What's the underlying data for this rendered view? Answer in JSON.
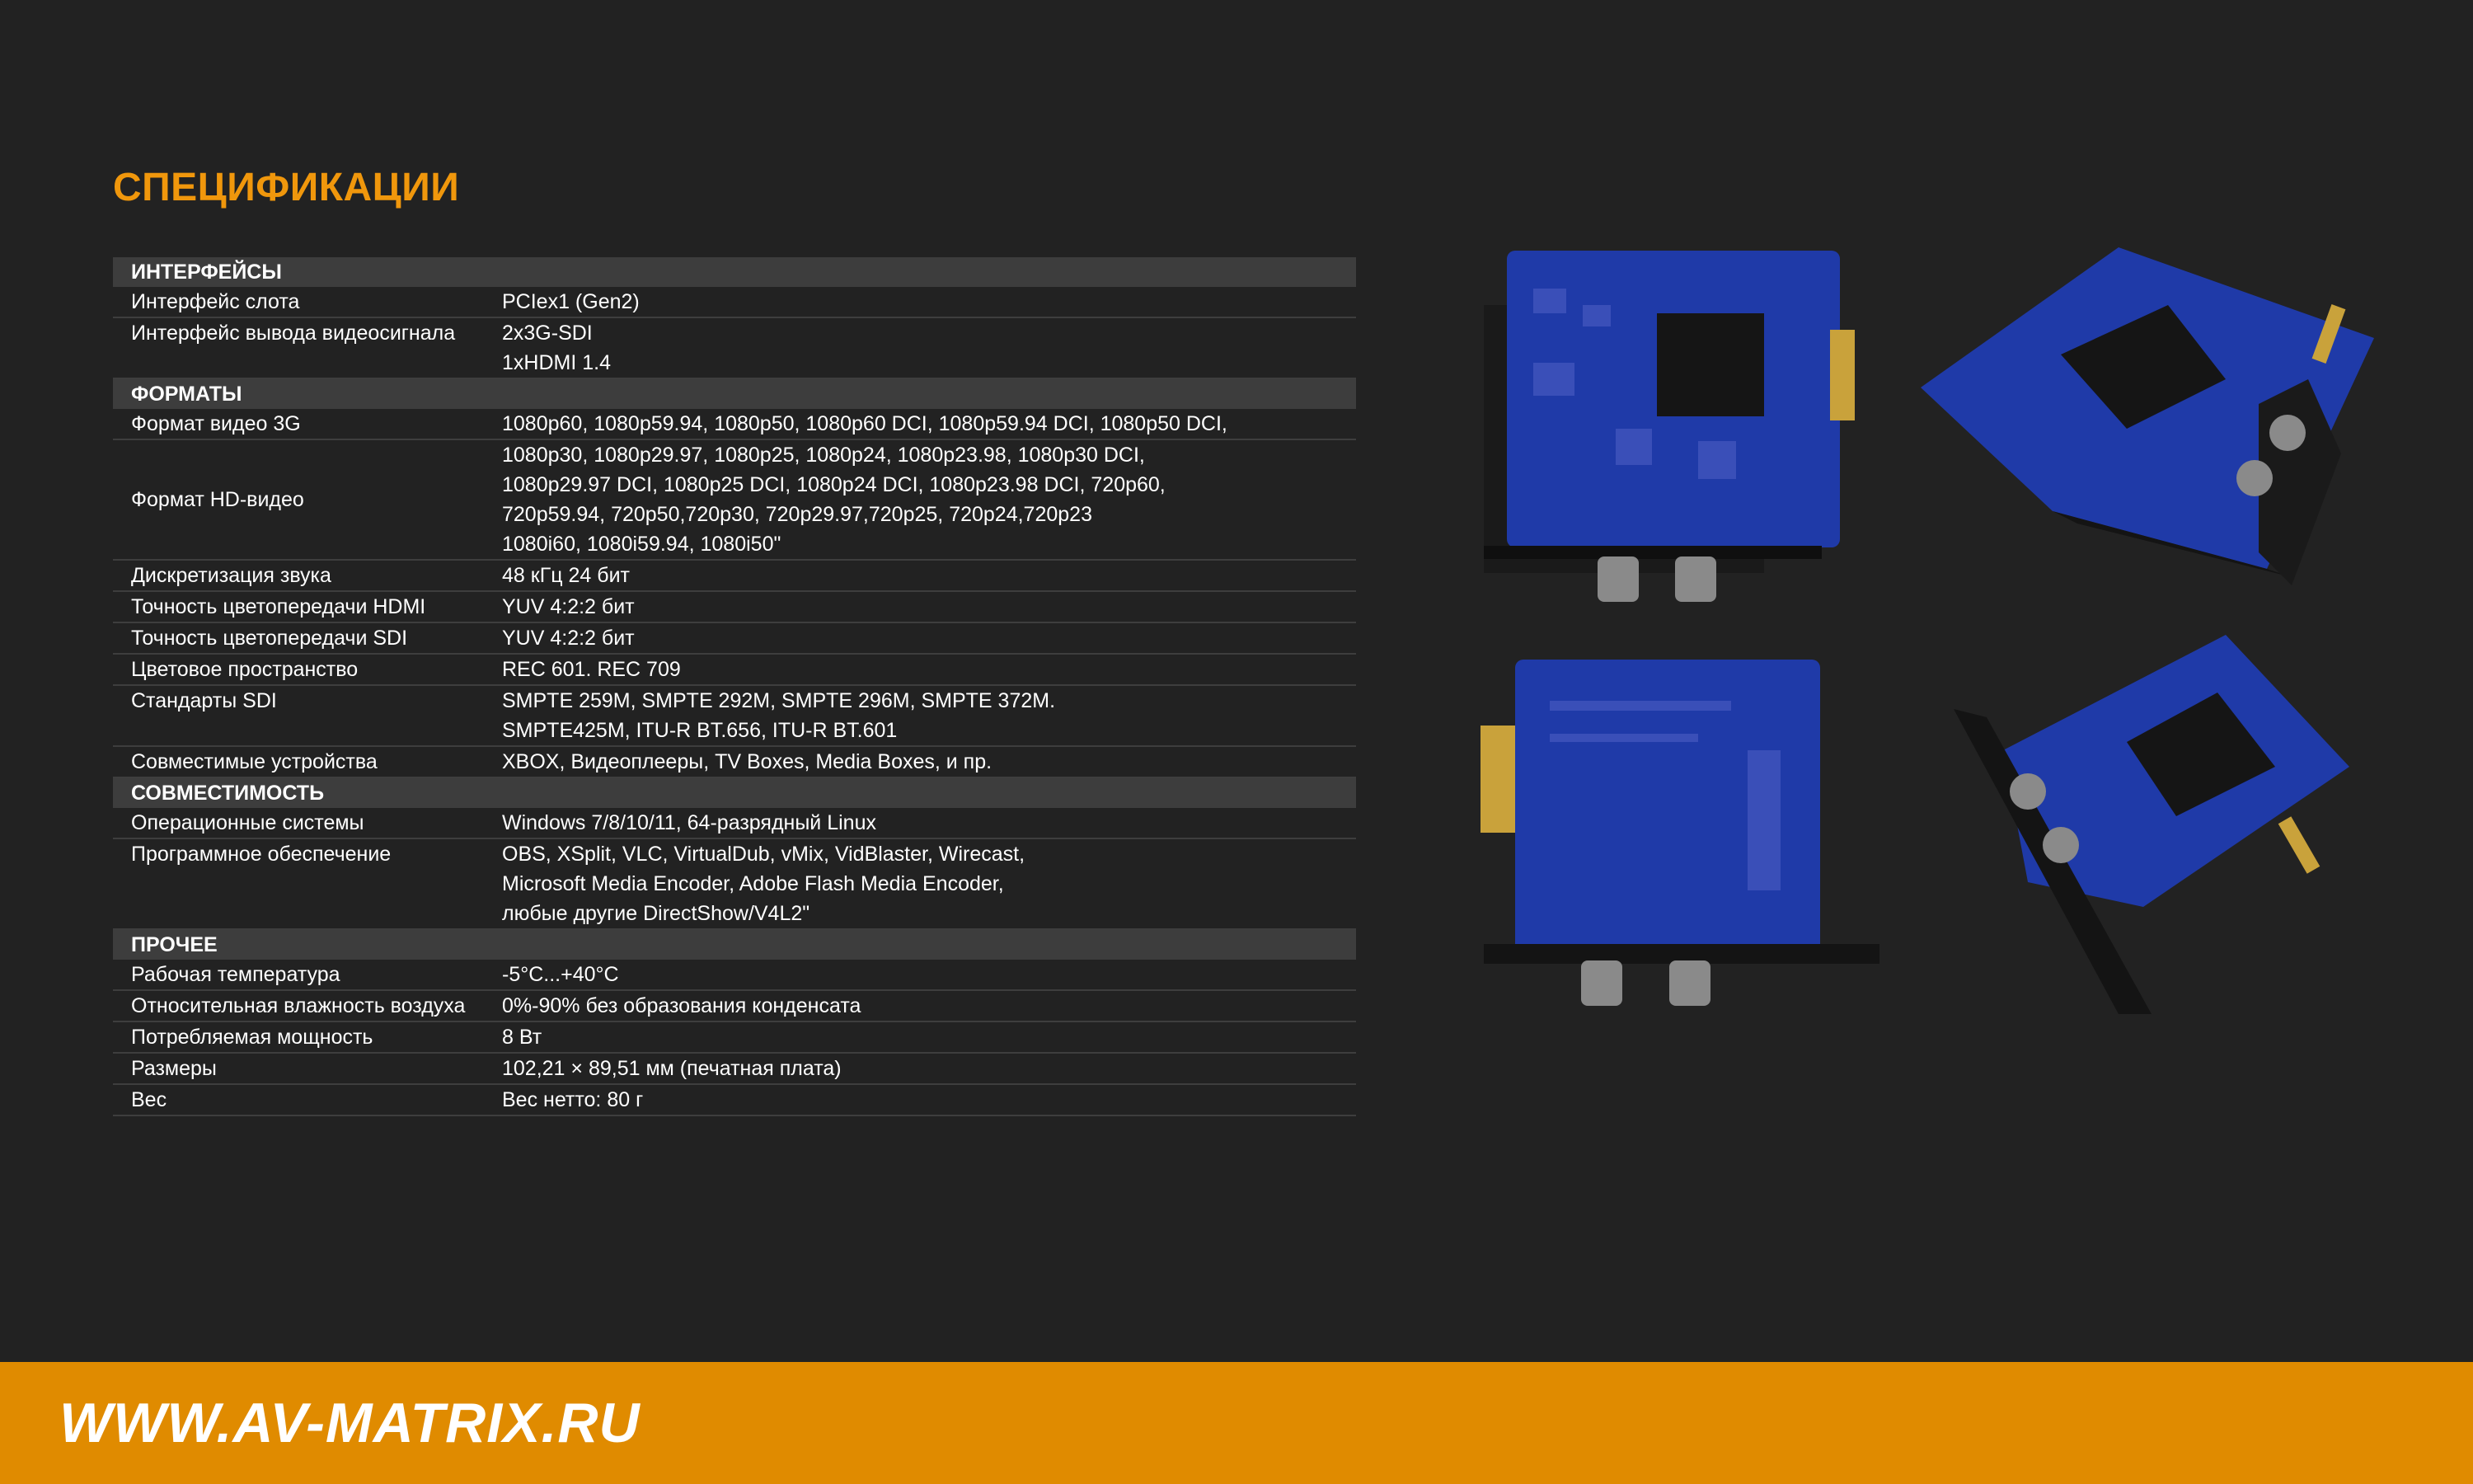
{
  "page": {
    "title": "СПЕЦИФИКАЦИИ",
    "footer_url": "WWW.AV-MATRIX.RU"
  },
  "sections": {
    "interfaces": {
      "title": "ИНТЕРФЕЙСЫ",
      "rows": [
        {
          "label": "Интерфейс слота",
          "value": [
            "PCIex1 (Gen2)"
          ]
        },
        {
          "label": "Интерфейс вывода видеосигнала",
          "value": [
            "2x3G-SDI",
            "1xHDMI 1.4"
          ]
        }
      ]
    },
    "formats": {
      "title": "ФОРМАТЫ",
      "rows": [
        {
          "label": "Формат видео 3G",
          "value": [
            "1080p60, 1080p59.94, 1080p50, 1080p60 DCI, 1080p59.94 DCI, 1080p50 DCI,"
          ]
        },
        {
          "label": "Формат HD-видео",
          "value": [
            "1080p30, 1080p29.97, 1080p25, 1080p24, 1080p23.98, 1080p30 DCI,",
            "1080p29.97 DCI, 1080p25 DCI, 1080p24 DCI, 1080p23.98 DCI, 720p60,",
            "720p59.94, 720p50,720p30, 720p29.97,720p25, 720p24,720p23",
            "1080i60, 1080i59.94, 1080i50\""
          ]
        },
        {
          "label": "Дискретизация звука",
          "value": [
            "48 кГц 24 бит"
          ]
        },
        {
          "label": "Точность цветопередачи HDMI",
          "value": [
            "YUV 4:2:2 бит"
          ]
        },
        {
          "label": "Точность цветопередачи SDI",
          "value": [
            "YUV 4:2:2 бит"
          ]
        },
        {
          "label": "Цветовое пространство",
          "value": [
            "REC 601. REC 709"
          ]
        },
        {
          "label": "Стандарты SDI",
          "value": [
            "SMPTE 259M, SMPTE 292M, SMPTE 296M, SMPTE 372M.",
            "SMPTE425M, ITU-R BT.656, ITU-R BT.601"
          ]
        },
        {
          "label": "Совместимые устройства",
          "value": [
            "XBOX, Видеоплееры, TV Boxes, Media Boxes, и пр."
          ]
        }
      ]
    },
    "compat": {
      "title": "СОВМЕСТИМОСТЬ",
      "rows": [
        {
          "label": "Операционные системы",
          "value": [
            "Windows 7/8/10/11, 64-разрядный Linux"
          ]
        },
        {
          "label": "Программное обеспечение",
          "value": [
            "OBS, XSplit, VLC, VirtualDub, vMix, VidBlaster, Wirecast,",
            "Microsoft Media Encoder, Adobe Flash Media Encoder,",
            "любые другие DirectShow/V4L2\""
          ]
        }
      ]
    },
    "other": {
      "title": "ПРОЧЕЕ",
      "rows": [
        {
          "label": "Рабочая температура",
          "value": [
            "-5°C...+40°C"
          ]
        },
        {
          "label": "Относительная влажность воздуха",
          "value": [
            "0%-90% без образования конденсата"
          ]
        },
        {
          "label": "Потребляемая мощность",
          "value": [
            "8 Вт"
          ]
        },
        {
          "label": "Размеры",
          "value": [
            "102,21 × 89,51 мм (печатная плата)"
          ]
        },
        {
          "label": "Вес",
          "value": [
            "Вес нетто: 80 г"
          ]
        }
      ]
    }
  },
  "colors": {
    "background": "#222222",
    "accent": "#f0970c",
    "footer": "#e08b00",
    "section_header": "#3d3d3d",
    "pcb_blue": "#1f3aa8",
    "bracket": "#1a1a1a"
  }
}
